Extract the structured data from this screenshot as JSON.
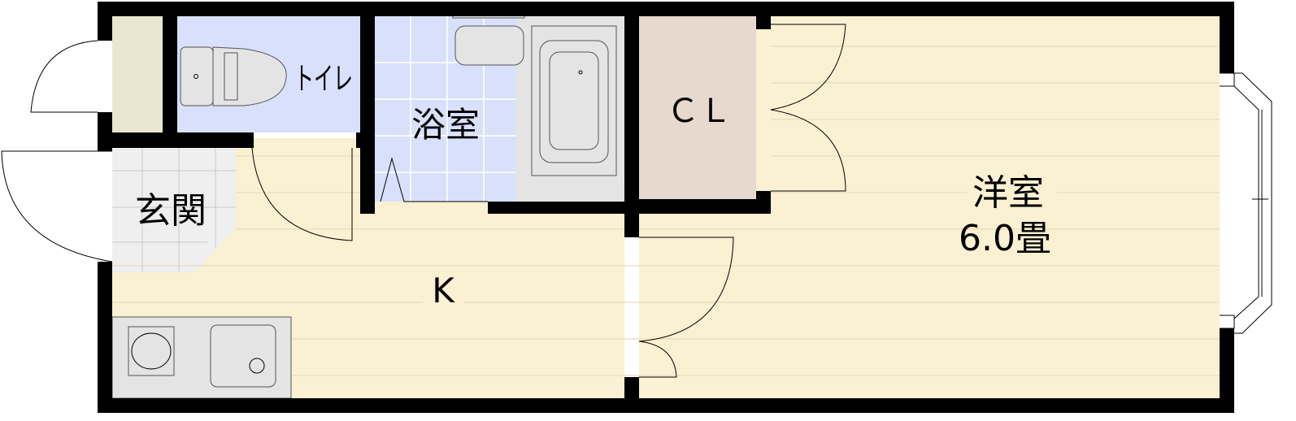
{
  "rooms": {
    "toilet": "トイレ",
    "bath": "浴室",
    "entrance": "玄関",
    "kitchen": "K",
    "closet": "ＣＬ",
    "western_room": "洋室",
    "western_room_size": "6.0畳"
  },
  "colors": {
    "wall": "#000000",
    "floor": "#faf0d2",
    "wet_area": "#d9e0fb",
    "entrance": "#efefef",
    "closet": "#e8d9cf",
    "shoe_cabinet": "#e9e6d0",
    "fixture": "#e4e4e4"
  }
}
